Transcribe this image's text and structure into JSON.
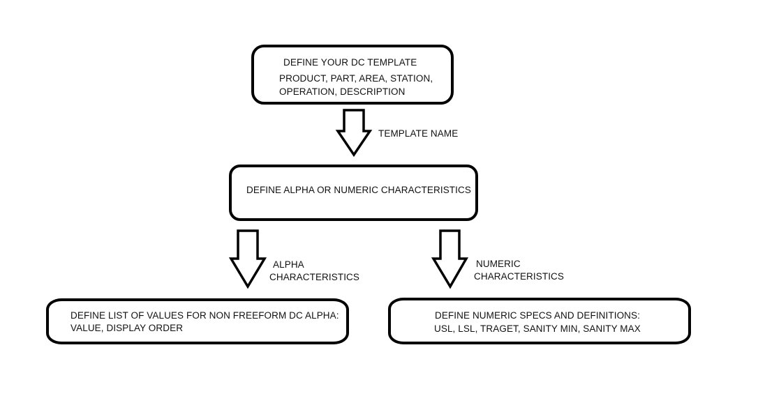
{
  "diagram": {
    "box_template": {
      "title": "DEFINE YOUR DC TEMPLATE",
      "line1": "PRODUCT, PART, AREA, STATION,",
      "line2": "OPERATION, DESCRIPTION"
    },
    "arrow_template_name": "TEMPLATE NAME",
    "box_characteristics": {
      "title": "DEFINE ALPHA OR NUMERIC CHARACTERISTICS"
    },
    "arrow_alpha": {
      "line1": "ALPHA",
      "line2": "CHARACTERISTICS"
    },
    "arrow_numeric": {
      "line1": "NUMERIC",
      "line2": "CHARACTERISTICS"
    },
    "box_alpha": {
      "line1": "DEFINE LIST OF VALUES FOR NON FREEFORM DC ALPHA:",
      "line2": "VALUE, DISPLAY ORDER"
    },
    "box_numeric": {
      "line1": "DEFINE NUMERIC SPECS AND DEFINITIONS:",
      "line2": "USL, LSL, TRAGET, SANITY MIN, SANITY MAX"
    }
  }
}
